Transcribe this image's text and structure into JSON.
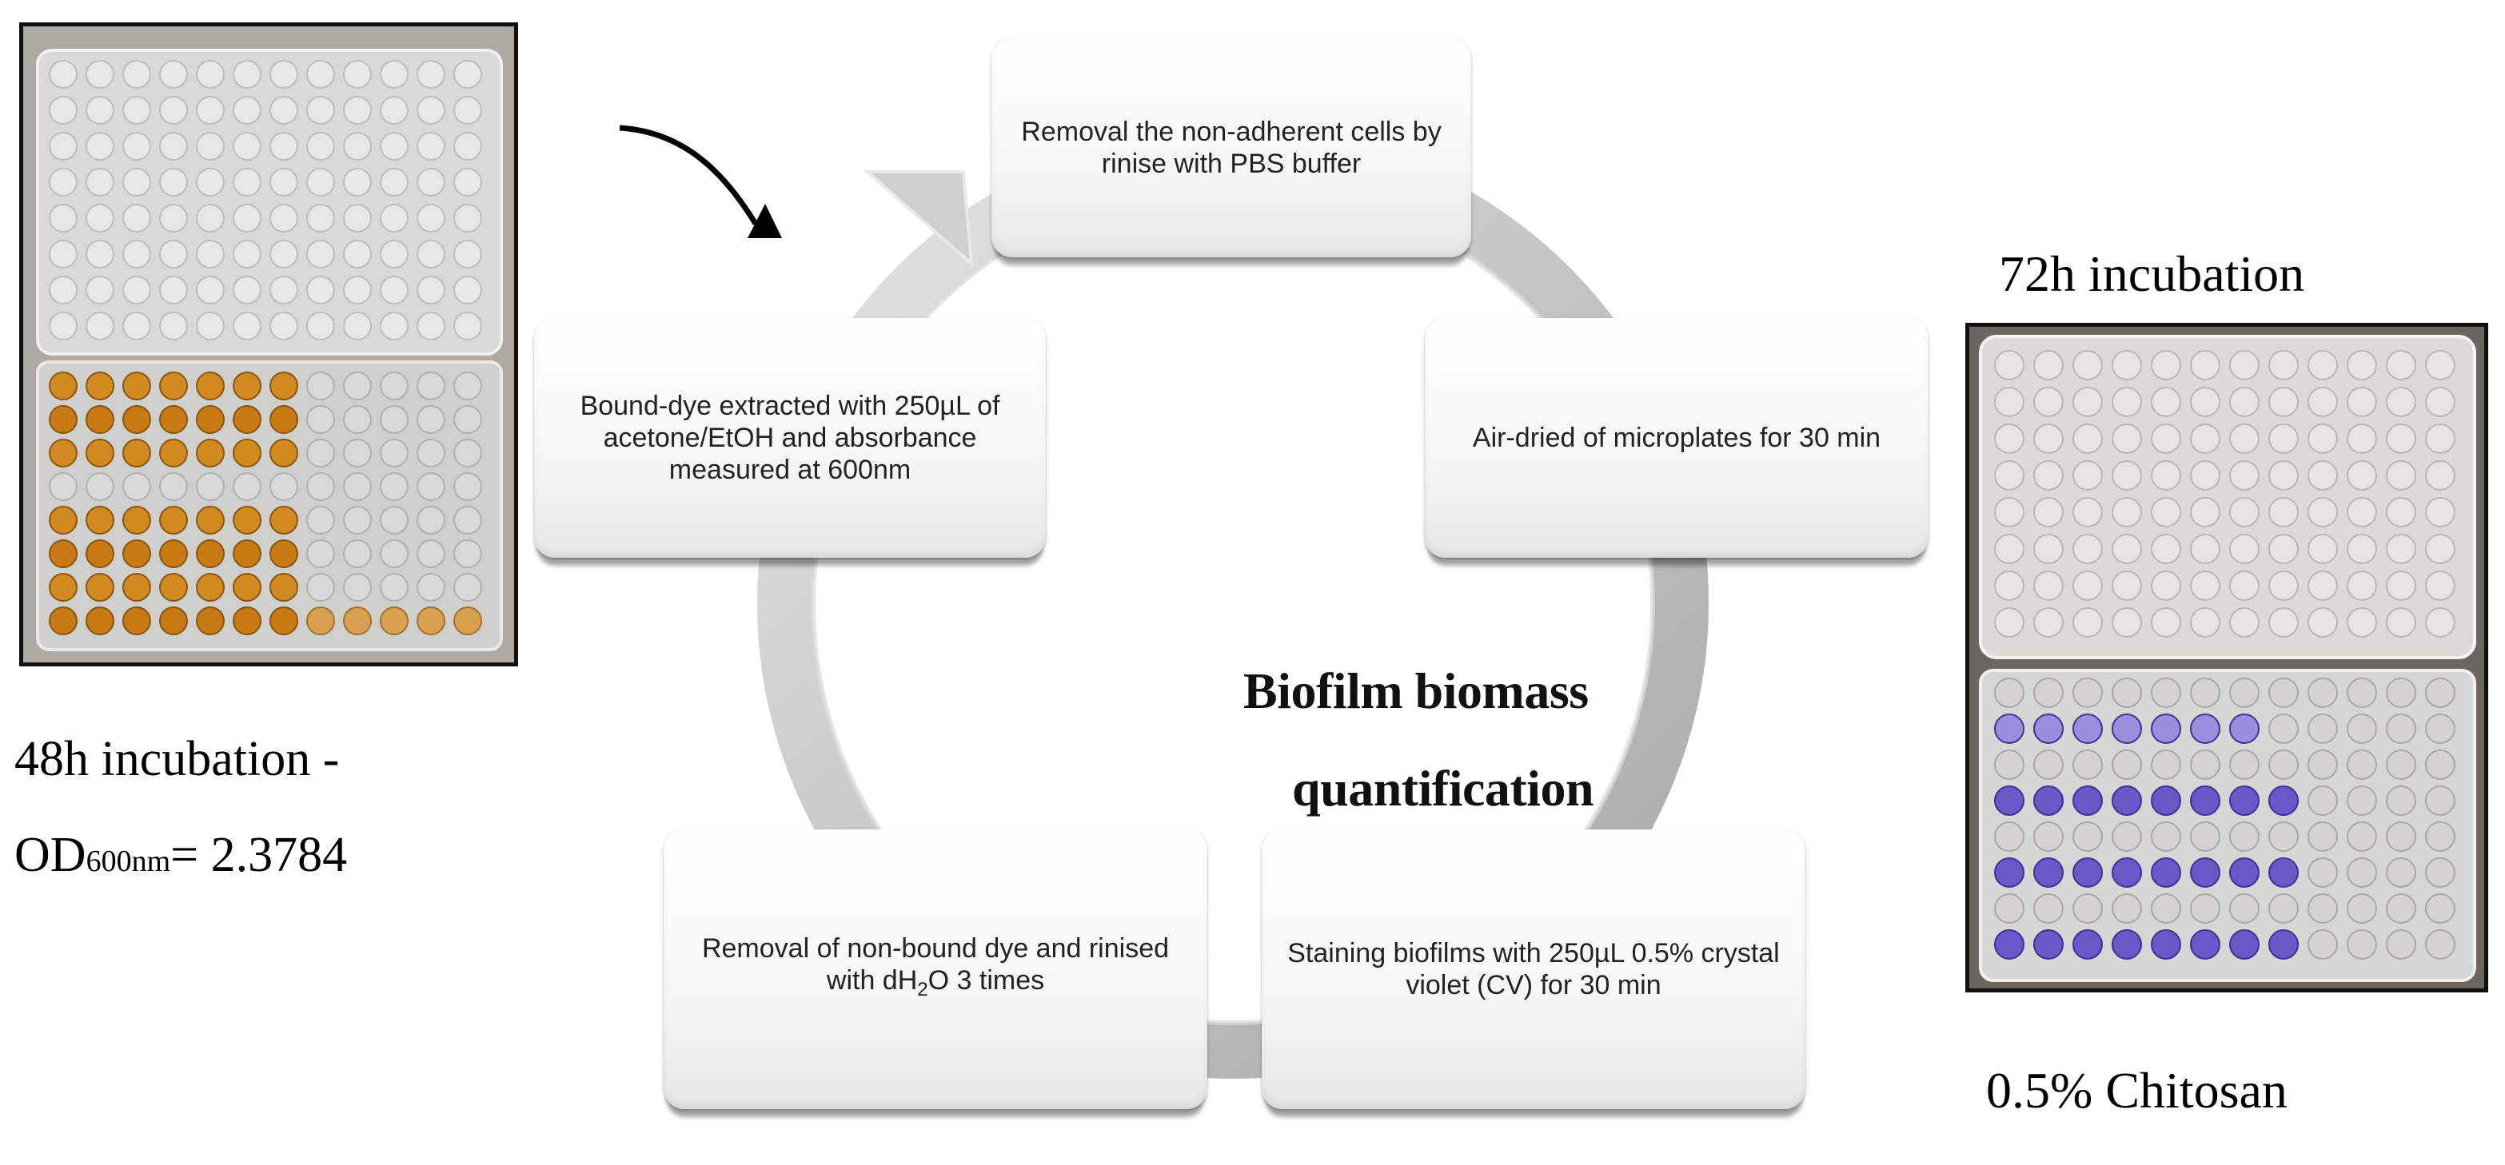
{
  "left_photo": {
    "caption_line1": "48h incubation -",
    "caption_od_prefix": "OD",
    "caption_od_sub": "600nm",
    "caption_od_value": "=  2.3784"
  },
  "right_photo": {
    "caption_top": "72h incubation",
    "caption_bottom": "0.5% Chitosan"
  },
  "center_title": {
    "line1": "Biofilm biomass",
    "line2": "quantification"
  },
  "steps": {
    "top": "Removal the non-adherent cells by rinise with PBS buffer",
    "right": "Air-dried of microplates for 30 min",
    "bottom_right": "Staining biofilms with 250µL 0.5% crystal violet (CV) for 30 min",
    "bottom_left_a": "Removal of non-bound dye and rinised with dH",
    "bottom_left_sub": "2",
    "bottom_left_b": "O 3 times",
    "left": "Bound-dye extracted with 250µL of acetone/EtOH and absorbance measured at 600nm"
  },
  "colors": {
    "ring": "#c9c9c9",
    "orange_well": "#d08a1f",
    "violet_well": "#6a58c8"
  }
}
